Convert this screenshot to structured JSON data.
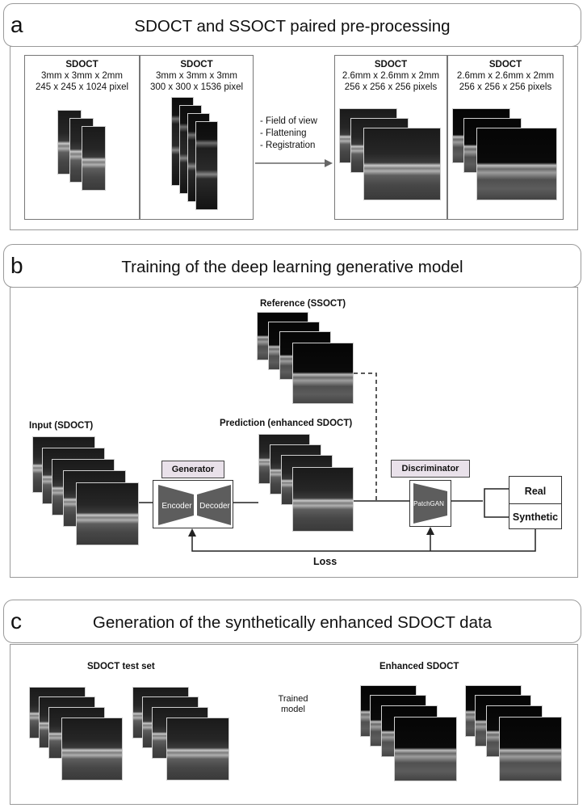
{
  "panel_a": {
    "letter": "a",
    "title": "SDOCT and SSOCT paired pre-processing",
    "left_group": [
      {
        "name": "SDOCT",
        "dims": "3mm x 3mm x 2mm",
        "pixels": "245 x 245 x 1024 pixel"
      },
      {
        "name": "SDOCT",
        "dims": "3mm x 3mm x 3mm",
        "pixels": "300 x 300 x 1536 pixel"
      }
    ],
    "steps": [
      "- Field of view",
      "- Flattening",
      "- Registration"
    ],
    "right_group": [
      {
        "name": "SDOCT",
        "dims": "2.6mm x 2.6mm x 2mm",
        "pixels": "256 x 256 x 256 pixels"
      },
      {
        "name": "SDOCT",
        "dims": "2.6mm x 2.6mm x 2mm",
        "pixels": "256 x 256 x 256 pixels"
      }
    ]
  },
  "panel_b": {
    "letter": "b",
    "title": "Training of the deep learning generative model",
    "reference_label": "Reference (SSOCT)",
    "input_label": "Input (SDOCT)",
    "prediction_label": "Prediction (enhanced SDOCT)",
    "generator_label": "Generator",
    "encoder_label": "Encoder",
    "decoder_label": "Decoder",
    "discriminator_label": "Discriminator",
    "patchgan_label": "PatchGAN",
    "real_label": "Real",
    "synthetic_label": "Synthetic",
    "loss_label": "Loss"
  },
  "panel_c": {
    "letter": "c",
    "title": "Generation of the synthetically enhanced SDOCT data",
    "test_set_label": "SDOCT test set",
    "trained_model_label": "Trained\nmodel",
    "enhanced_label": "Enhanced SDOCT"
  }
}
